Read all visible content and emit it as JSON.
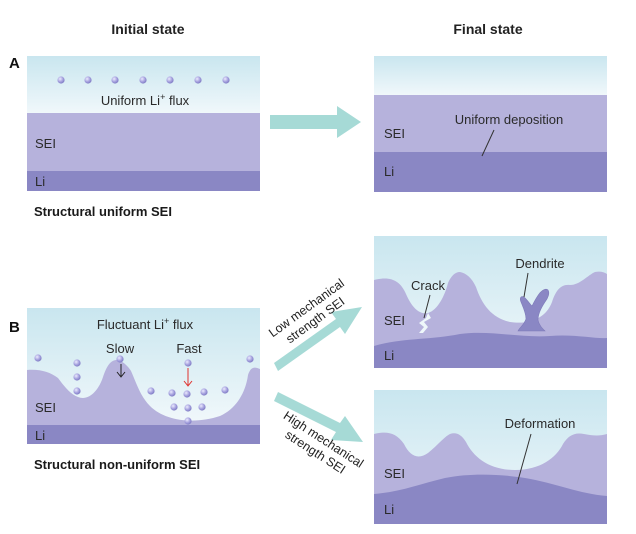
{
  "headers": {
    "initial": "Initial state",
    "final": "Final state"
  },
  "panels": {
    "a": "A",
    "b": "B"
  },
  "panel_a": {
    "flux_label_prefix": "Uniform Li",
    "flux_label_sup": "+",
    "flux_label_suffix": " flux",
    "sei_label": "SEI",
    "li_label": "Li",
    "caption": "Structural uniform SEI",
    "final_sei_label": "SEI",
    "final_li_label": "Li",
    "final_annotation": "Uniform deposition"
  },
  "panel_b": {
    "flux_label_prefix": "Fluctuant Li",
    "flux_label_sup": "+",
    "flux_label_suffix": " flux",
    "slow_label": "Slow",
    "fast_label": "Fast",
    "sei_label": "SEI",
    "li_label": "Li",
    "caption": "Structural non-uniform SEI",
    "arrow_low_line1": "Low mechanical",
    "arrow_low_line2": "strength SEI",
    "arrow_high_line1": "High mechanical",
    "arrow_high_line2": "strength SEI",
    "low_sei_label": "SEI",
    "low_li_label": "Li",
    "crack_label": "Crack",
    "dendrite_label": "Dendrite",
    "high_sei_label": "SEI",
    "high_li_label": "Li",
    "deformation_label": "Deformation"
  },
  "colors": {
    "electrolyte_top": "#c9e6ef",
    "electrolyte_bottom": "#eef7fa",
    "sei": "#b6b2dc",
    "li": "#8a87c4",
    "arrow": "#a6dad6",
    "ion": "#9c98d8",
    "fast": "#e0322f"
  }
}
